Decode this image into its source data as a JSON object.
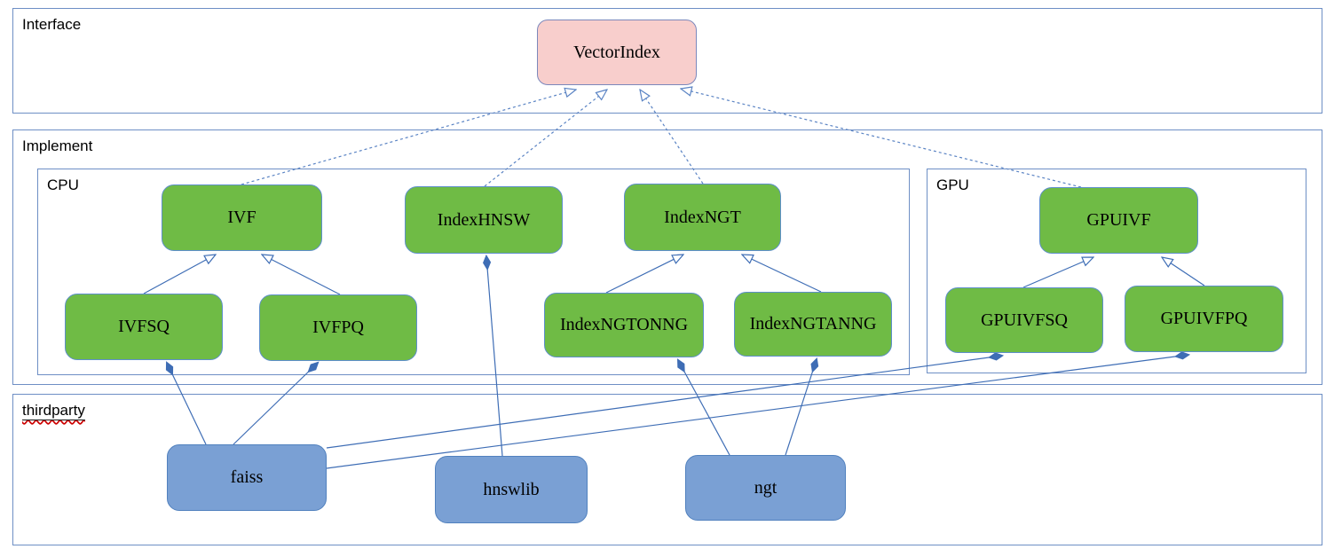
{
  "containers": {
    "interface": {
      "label": "Interface"
    },
    "implement": {
      "label": "Implement"
    },
    "cpu": {
      "label": "CPU"
    },
    "gpu": {
      "label": "GPU"
    },
    "thirdparty": {
      "label": "thirdparty"
    }
  },
  "nodes": {
    "vectorindex": {
      "label": "VectorIndex",
      "group": "interface"
    },
    "ivf": {
      "label": "IVF",
      "group": "cpu"
    },
    "indexhnsw": {
      "label": "IndexHNSW",
      "group": "cpu"
    },
    "indexngt": {
      "label": "IndexNGT",
      "group": "cpu"
    },
    "ivfsq": {
      "label": "IVFSQ",
      "group": "cpu"
    },
    "ivfpq": {
      "label": "IVFPQ",
      "group": "cpu"
    },
    "indexngtonng": {
      "label": "IndexNGTONNG",
      "group": "cpu"
    },
    "indexngtanng": {
      "label": "IndexNGTANNG",
      "group": "cpu"
    },
    "gpuivf": {
      "label": "GPUIVF",
      "group": "gpu"
    },
    "gpuivfsq": {
      "label": "GPUIVFSQ",
      "group": "gpu"
    },
    "gpuivfpq": {
      "label": "GPUIVFPQ",
      "group": "gpu"
    },
    "faiss": {
      "label": "faiss",
      "group": "thirdparty"
    },
    "hnswlib": {
      "label": "hnswlib",
      "group": "thirdparty"
    },
    "ngt": {
      "label": "ngt",
      "group": "thirdparty"
    }
  },
  "edges": [
    {
      "from": "IVF",
      "to": "VectorIndex",
      "type": "realization",
      "style": "dashed-hollow-arrow"
    },
    {
      "from": "IndexHNSW",
      "to": "VectorIndex",
      "type": "realization",
      "style": "dashed-hollow-arrow"
    },
    {
      "from": "IndexNGT",
      "to": "VectorIndex",
      "type": "realization",
      "style": "dashed-hollow-arrow"
    },
    {
      "from": "GPUIVF",
      "to": "VectorIndex",
      "type": "realization",
      "style": "dashed-hollow-arrow"
    },
    {
      "from": "IVFSQ",
      "to": "IVF",
      "type": "inheritance",
      "style": "solid-hollow-arrow"
    },
    {
      "from": "IVFPQ",
      "to": "IVF",
      "type": "inheritance",
      "style": "solid-hollow-arrow"
    },
    {
      "from": "IndexNGTONNG",
      "to": "IndexNGT",
      "type": "inheritance",
      "style": "solid-hollow-arrow"
    },
    {
      "from": "IndexNGTANNG",
      "to": "IndexNGT",
      "type": "inheritance",
      "style": "solid-hollow-arrow"
    },
    {
      "from": "GPUIVFSQ",
      "to": "GPUIVF",
      "type": "inheritance",
      "style": "solid-hollow-arrow"
    },
    {
      "from": "GPUIVFPQ",
      "to": "GPUIVF",
      "type": "inheritance",
      "style": "solid-hollow-arrow"
    },
    {
      "from": "faiss",
      "to": "IVFSQ",
      "type": "composition",
      "style": "solid-filled-diamond"
    },
    {
      "from": "faiss",
      "to": "IVFPQ",
      "type": "composition",
      "style": "solid-filled-diamond"
    },
    {
      "from": "faiss",
      "to": "GPUIVFSQ",
      "type": "composition",
      "style": "solid-filled-diamond"
    },
    {
      "from": "faiss",
      "to": "GPUIVFPQ",
      "type": "composition",
      "style": "solid-filled-diamond"
    },
    {
      "from": "hnswlib",
      "to": "IndexHNSW",
      "type": "composition",
      "style": "solid-filled-diamond"
    },
    {
      "from": "ngt",
      "to": "IndexNGTONNG",
      "type": "composition",
      "style": "solid-filled-diamond"
    },
    {
      "from": "ngt",
      "to": "IndexNGTANNG",
      "type": "composition",
      "style": "solid-filled-diamond"
    }
  ],
  "colors": {
    "interface_node_fill": "#f8cecc",
    "implement_node_fill": "#6fbb45",
    "thirdparty_node_fill": "#7aa0d4",
    "node_border": "#5e8fcb",
    "container_border": "#6e8fc5",
    "solid_edge": "#3e6db5",
    "dashed_edge": "#5b84c4",
    "spellcheck_underline": "#cc0000",
    "text": "#000000"
  }
}
